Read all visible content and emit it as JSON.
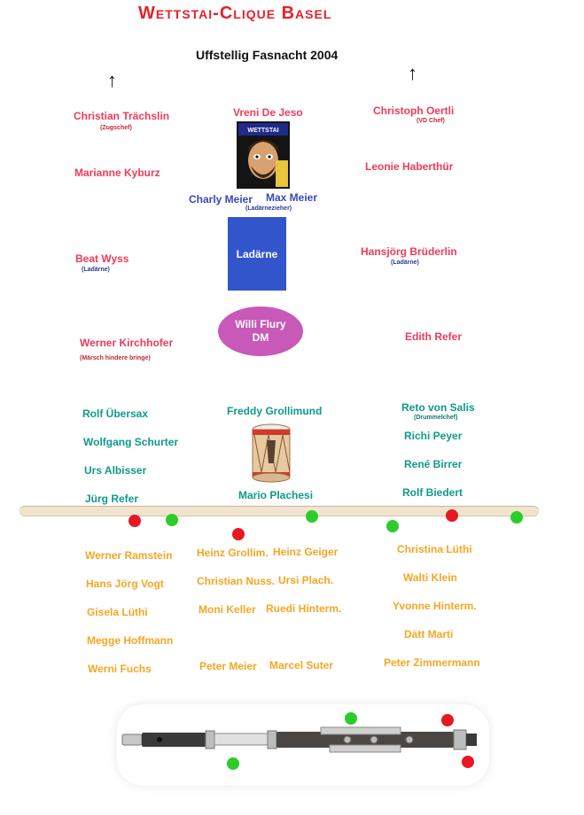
{
  "header": {
    "title": "Wettstai-Clique Basel",
    "subtitle": "Uffstellig Fasnacht 2004"
  },
  "front": {
    "left_top": {
      "name": "Christian Trächslin",
      "role": "(Zugschef)"
    },
    "center_top": {
      "name": "Vreni De Jeso"
    },
    "right_top": {
      "name": "Christoph Oertli",
      "role": "(VD Chef)"
    },
    "left_2": {
      "name": "Marianne Kyburz"
    },
    "right_2": {
      "name": "Leonie Haberthür"
    }
  },
  "lanterns": {
    "carrier_1": "Charly Meier",
    "carrier_2": "Max Meier",
    "carriers_role": "(Ladärnezieher)",
    "box_label": "Ladärne",
    "left": {
      "name": "Beat Wyss",
      "role": "(Ladärne)"
    },
    "right": {
      "name": "Hansjörg Brüderlin",
      "role": "(Ladärne)"
    }
  },
  "major": {
    "ellipse_line1": "Willi Flury",
    "ellipse_line2": "DM",
    "left": {
      "name": "Werner Kirchhofer",
      "role": "(Märsch hindere bringe)"
    },
    "right": {
      "name": "Edith Refer"
    }
  },
  "drums": {
    "left": [
      "Rolf Übersax",
      "Wolfgang Schurter",
      "Urs Albisser",
      "Jürg Refer"
    ],
    "center_top": "Freddy Grollimund",
    "center_bottom": "Mario Plachesi",
    "right_top": {
      "name": "Reto von Salis",
      "role": "(Drummelchef)"
    },
    "right": [
      "Richi Peyer",
      "René Birrer",
      "Rolf Biedert"
    ]
  },
  "pipers": {
    "left": [
      "Werner  Ramstein",
      "Hans Jörg Vogt",
      "Gisela Lüthi",
      "Megge  Hoffmann",
      "Werni Fuchs"
    ],
    "center_a": [
      "Heinz Grollim.",
      "Christian Nuss.",
      "Moni Keller",
      "Peter Meier"
    ],
    "center_b": [
      "Heinz Geiger",
      "Ursi Plach.",
      "Ruedi Hinterm.",
      "Marcel Suter"
    ],
    "right": [
      "Christina Lüthi",
      "Walti Klein",
      "Yvonne Hinterm.",
      "Dätt Marti",
      "Peter Zimmermann"
    ]
  },
  "portrait_text": "WETTSTAI",
  "colors": {
    "title": "#e8202a",
    "pink": "#ee3b5a",
    "blue": "#3a48b8",
    "teal": "#0e9a8a",
    "orange": "#f5a623",
    "lantern": "#3355cc",
    "major": "#c859b8"
  },
  "icons": {
    "arrows": "up-arrow-icon",
    "decor": "confetti-dot"
  }
}
